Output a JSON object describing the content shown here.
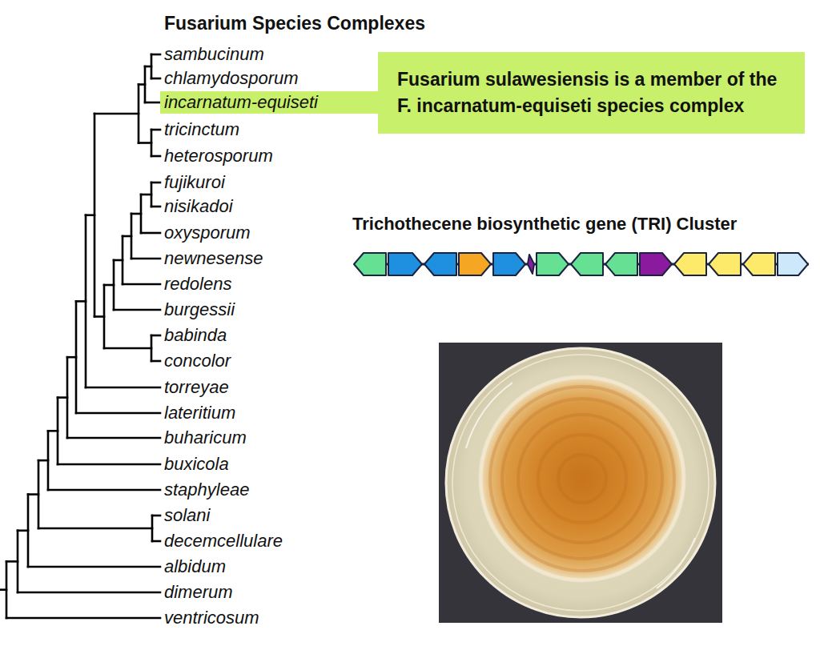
{
  "diagram": {
    "title": "Fusarium Species Complexes",
    "nodes": [
      {
        "text": [
          "incarnatum-equiseti"
        ]
      },
      {
        "text": [
          "Fusarium sulawesiensis is a member of the F. incarnatum-equiseti species complex"
        ]
      }
    ],
    "edges": [
      {
        "from": 0,
        "to": 1,
        "arrow": "none"
      }
    ],
    "labels": [
      "sambucinum",
      "chlamydosporum",
      "tricinctum",
      "heterosporum",
      "fujikuroi",
      "nisikadoi",
      "oxysporum",
      "newnesense",
      "redolens",
      "burgessii",
      "babinda",
      "concolor",
      "torreyae",
      "lateritium",
      "buharicum",
      "buxicola",
      "staphyleae",
      "solani",
      "decemcellulare",
      "albidum",
      "dimerum",
      "ventricosum",
      "Trichothecene biosynthetic gene (TRI) Cluster"
    ]
  }
}
